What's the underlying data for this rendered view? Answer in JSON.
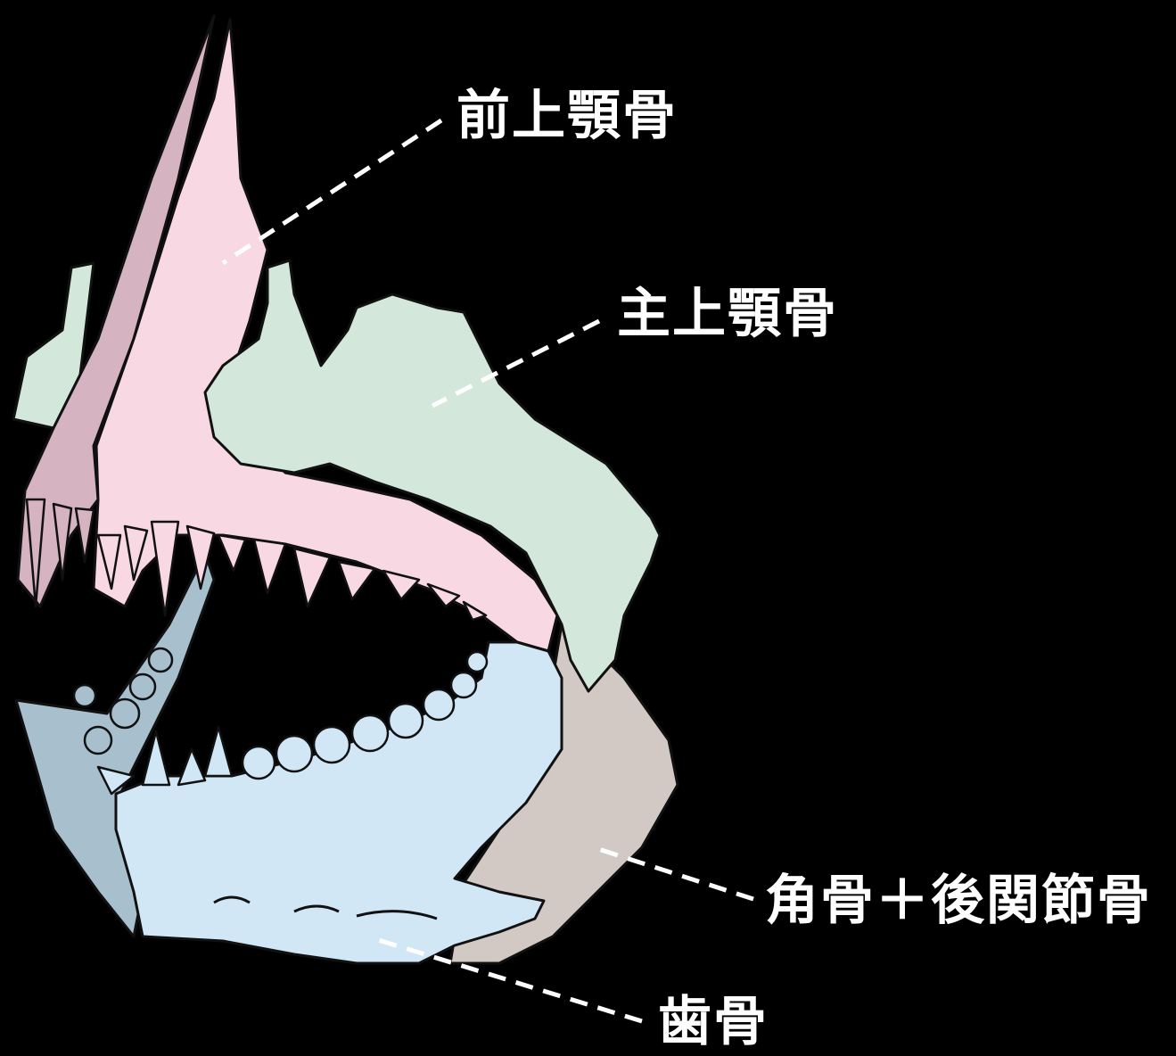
{
  "labels": {
    "premaxilla": "前上顎骨",
    "maxilla": "主上顎骨",
    "angular_articular": "角骨＋後関節骨",
    "dentary": "歯骨"
  },
  "colors": {
    "background": "#000000",
    "premaxilla": "#f7d8e3",
    "premaxilla_shadow": "#d5b3c1",
    "maxilla": "#d3e8da",
    "dentary": "#d1e7f6",
    "dentary_shadow": "#a8bfcd",
    "angular_articular": "#d2c9c4",
    "outline": "#111111",
    "leader_line": "#ffffff"
  }
}
